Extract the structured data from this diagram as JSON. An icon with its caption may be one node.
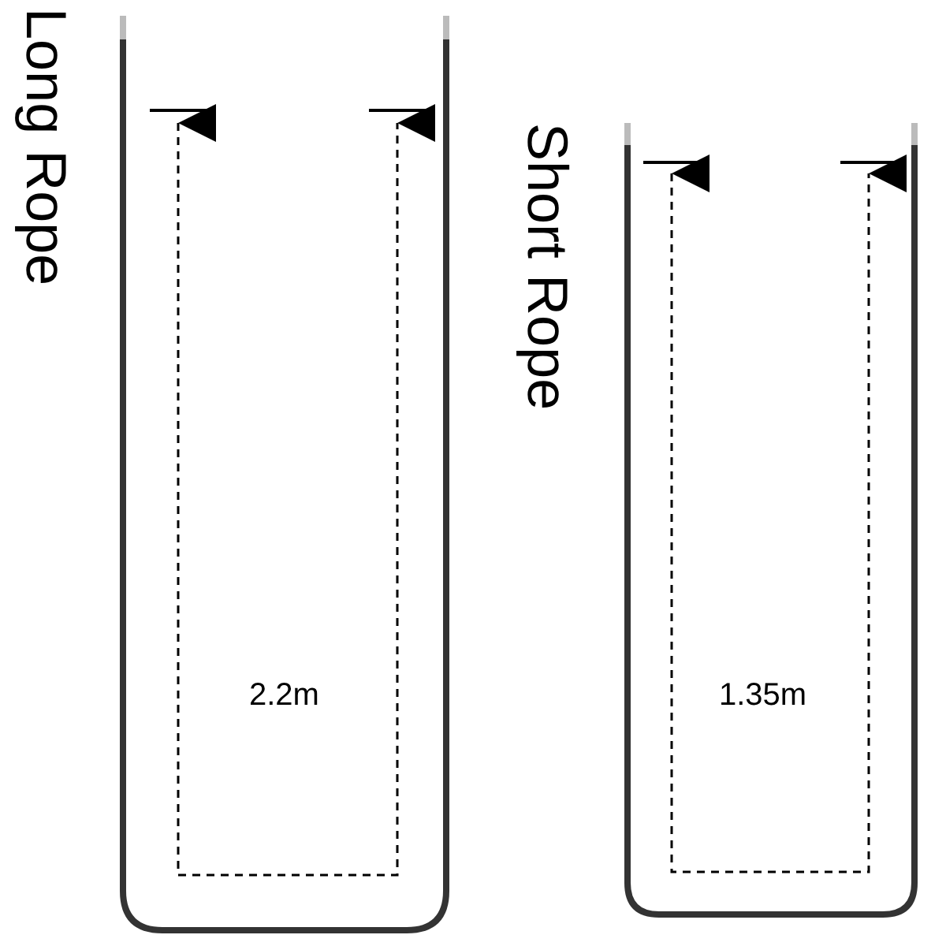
{
  "diagram": {
    "labels": [
      "Long Rope",
      "Short Rope",
      "2.2m",
      "1.35m"
    ]
  }
}
